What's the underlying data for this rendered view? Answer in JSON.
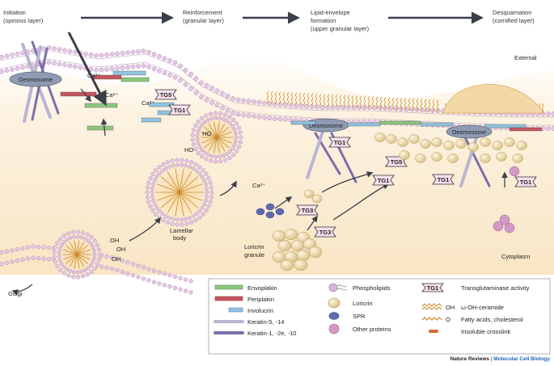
{
  "stages": [
    "Initiation",
    "(spinous layer)",
    "Reinforcement",
    "(granular layer)",
    "Lipid-envelope",
    "formation",
    "(upper granular layer)",
    "Desquamation",
    "(cornified layer)"
  ],
  "regions": {
    "external": "External",
    "cytoplasm": "Cytoplasm"
  },
  "labels": {
    "desmosome": "Desmosome",
    "ca": "Ca²⁺",
    "tg5": "TG5",
    "tg1": "TG1",
    "tg3": "TG3",
    "ho": "HO",
    "oh": "OH",
    "lamellar_1": "Lamellar",
    "lamellar_2": "body",
    "loricrin_1": "Loricrin",
    "loricrin_2": "granule",
    "golgi": "Golgi"
  },
  "legend": {
    "col1": [
      "Envoplakin",
      "Periplakin",
      "Involucrin",
      "Keratin-5, -14",
      "Keratin-1, -2e, -10"
    ],
    "col2": [
      "Phospholipids",
      "Loricrin",
      "SPR",
      "Other proteins"
    ],
    "col3": [
      "Transglutaminase activity",
      "ω-OH-ceramide",
      "Fatty acids, cholesterol",
      "Insoluble crosslink"
    ],
    "tg_symbol": "TG1",
    "oh_symbol": "OH",
    "o_symbol": "O"
  },
  "credit": {
    "publisher": "Nature Reviews",
    "sep": " | ",
    "journal": "Molecular Cell Biology"
  },
  "colors": {
    "envoplakin": "#8cc77c",
    "periplakin": "#c5555e",
    "involucrin": "#8fc4e2",
    "keratin_5_14": "#b9b5d3",
    "keratin_1_10": "#7d6ea8",
    "phospholipid": "#d9b6d9",
    "loricrin": "#ead7a8",
    "spr": "#5d6ab0",
    "other": "#d49ac6",
    "lipid": "#c98a2a",
    "arrow": "#3a3f4a",
    "bg": "#faecd0"
  }
}
